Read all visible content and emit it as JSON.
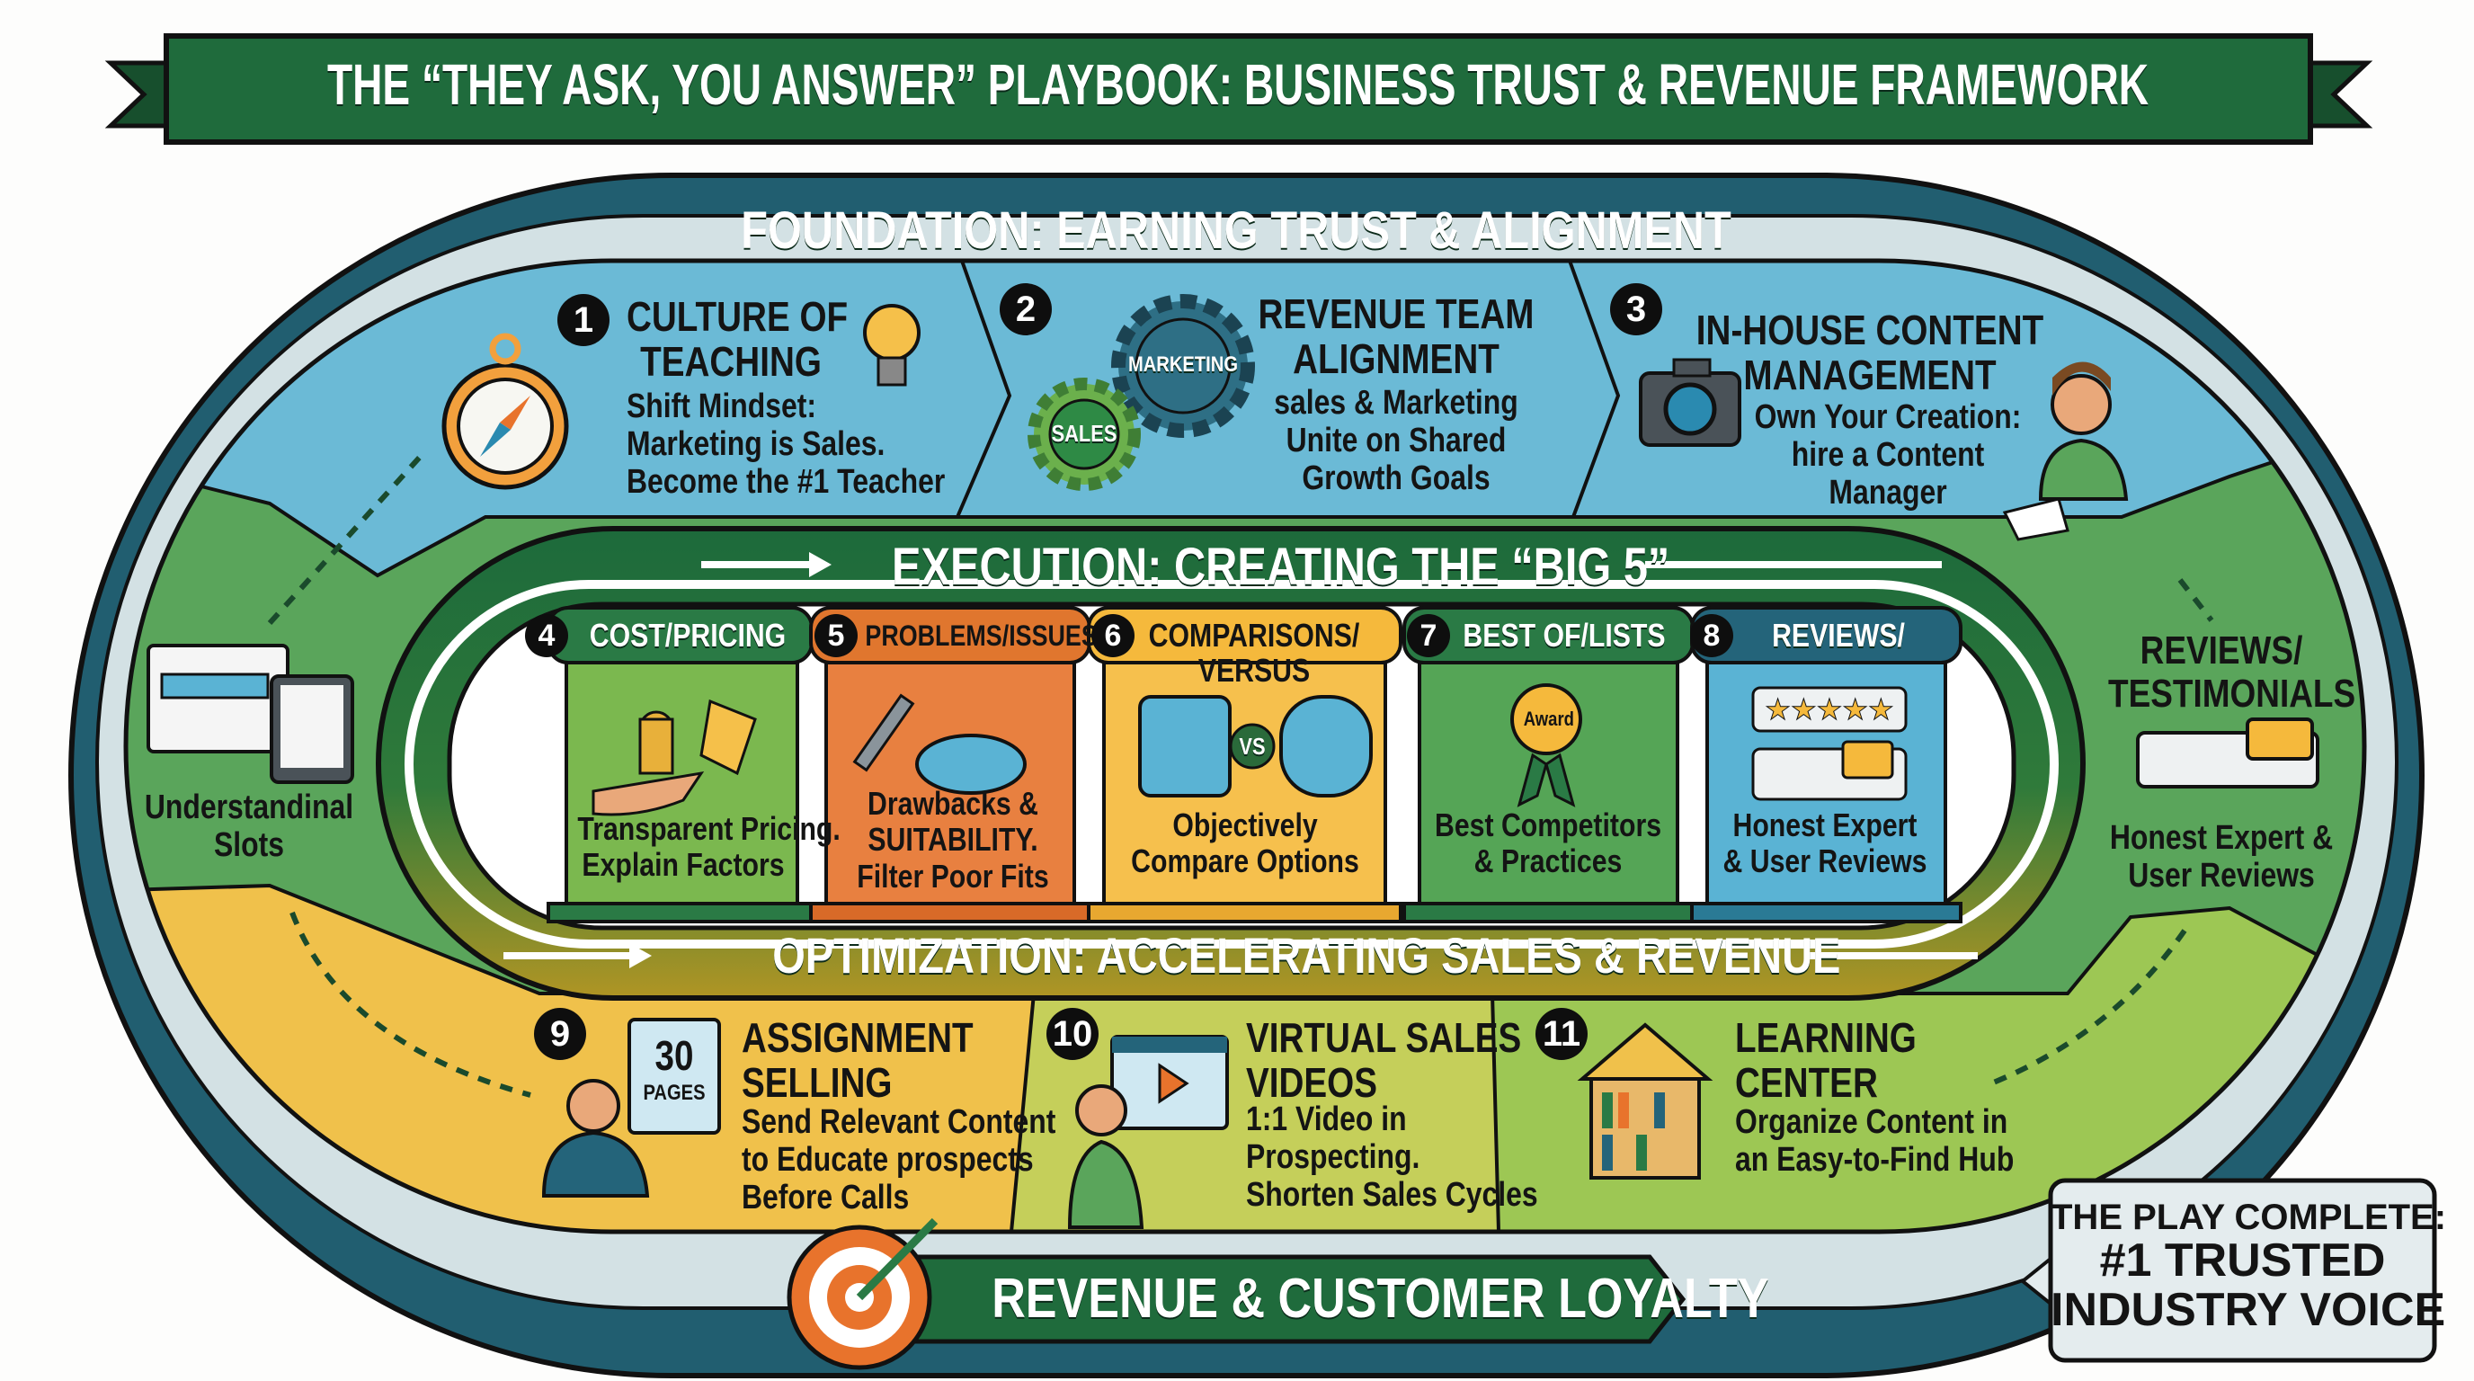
{
  "banner": {
    "title": "THE “THEY ASK, YOU ANSWER” PLAYBOOK: BUSINESS TRUST & REVENUE FRAMEWORK"
  },
  "foundation": {
    "label": "FOUNDATION: EARNING TRUST & ALIGNMENT",
    "steps": [
      {
        "number": "1",
        "title": [
          "CULTURE OF",
          "TEACHING"
        ],
        "body": [
          "Shift Mindset:",
          "Marketing is Sales.",
          "Become the #1 Teacher"
        ],
        "icons": [
          "compass-icon",
          "lightbulb-icon"
        ]
      },
      {
        "number": "2",
        "title": [
          "REVENUE TEAM",
          "ALIGNMENT"
        ],
        "body": [
          "sales & Marketing",
          "Unite on Shared",
          "Growth Goals"
        ],
        "gear_labels": [
          "MARKETING",
          "SALES"
        ]
      },
      {
        "number": "3",
        "title": [
          "IN-HOUSE CONTENT",
          "MANAGEMENT"
        ],
        "body": [
          "Own Your Creation:",
          "hire a Content",
          "Manager"
        ],
        "icons": [
          "camera-icon",
          "writer-person-icon"
        ]
      }
    ]
  },
  "left_side": {
    "label": [
      "Understandinal",
      "Slots"
    ],
    "icon": "webpage-tablet-icon"
  },
  "right_side": {
    "title": [
      "REVIEWS/",
      "TESTIMONIALS"
    ],
    "body": [
      "Honest Expert &",
      "User Reviews"
    ],
    "icon": "chat-bubbles-icon"
  },
  "execution": {
    "label": "EXECUTION: CREATING THE “BIG 5”",
    "pillars": [
      {
        "number": "4",
        "header": [
          "COST/PRICING"
        ],
        "body": [
          "Transparent Pricing.",
          "Explain Factors"
        ],
        "icon": "coins-price-tag-icon"
      },
      {
        "number": "5",
        "header": [
          "PROBLEMS/ISSUES"
        ],
        "body": [
          "Drawbacks &",
          "SUITABILITY.",
          "Filter Poor Fits"
        ],
        "icon": "wrench-pool-icon"
      },
      {
        "number": "6",
        "header": [
          "COMPARISONS/",
          "VERSUS"
        ],
        "body": [
          "Objectively",
          "Compare Options"
        ],
        "icon": "pools-versus-icon",
        "vs_label": "VS"
      },
      {
        "number": "7",
        "header": [
          "BEST OF/LISTS"
        ],
        "body": [
          "Best Competitors",
          "& Practices"
        ],
        "icon": "award-ribbon-icon",
        "award_label": "Award"
      },
      {
        "number": "8",
        "header": [
          "REVIEWS/"
        ],
        "body": [
          "Honest Expert",
          "& User Reviews"
        ],
        "icon": "star-review-icon"
      }
    ]
  },
  "optimization": {
    "label": "OPTIMIZATION: ACCELERATING SALES & REVENUE",
    "steps": [
      {
        "number": "9",
        "title": [
          "ASSIGNMENT",
          "SELLING"
        ],
        "body": [
          "Send Relevant Content",
          "to Educate prospects",
          "Before Calls"
        ],
        "doc_number": "30",
        "doc_label": "PAGES"
      },
      {
        "number": "10",
        "title": [
          "VIRTUAL SALES",
          "VIDEOS"
        ],
        "body": [
          "1:1 Video in",
          "Prospecting.",
          "Shorten Sales Cycles"
        ]
      },
      {
        "number": "11",
        "title": [
          "LEARNING",
          "CENTER"
        ],
        "body": [
          "Organize Content in",
          "an Easy-to-Find Hub"
        ]
      }
    ]
  },
  "outcome": {
    "label": "REVENUE & CUSTOMER LOYALTY",
    "icon": "target-arrow-icon"
  },
  "callout": {
    "lines": [
      "THE PLAY COMPLETE:",
      "#1 TRUSTED",
      "INDUSTRY VOICE"
    ]
  },
  "colors": {
    "banner": "#1f6b3c",
    "outer_ring": "#215e70",
    "foundation": "#6bbad6",
    "side_green": "#5aa55b",
    "assignment": "#f0c14b",
    "videos": "#c5cf5a",
    "learning": "#9dc754",
    "pricing": "#7bb84f",
    "problems": "#e88040",
    "comparisons": "#f6c04d",
    "best_of": "#55a556",
    "reviews": "#5ab3d4"
  }
}
